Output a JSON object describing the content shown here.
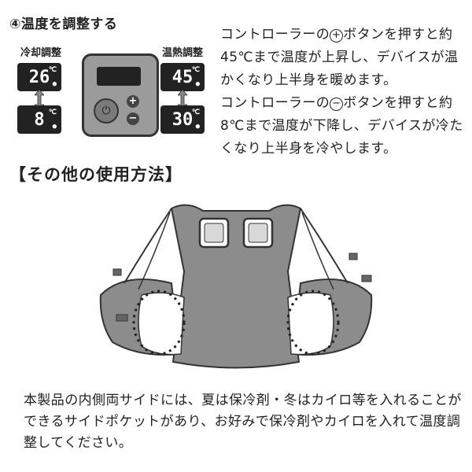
{
  "step": {
    "title": "④温度を調整する"
  },
  "cooling": {
    "label": "冷却調整",
    "high_temp": "26",
    "low_temp": "8",
    "unit": "℃"
  },
  "heating": {
    "label": "温熱調整",
    "high_temp": "45",
    "low_temp": "30",
    "unit": "℃"
  },
  "controller": {
    "plus": "+",
    "minus": "−",
    "power": "⏻"
  },
  "description": {
    "line1a": "コントローラーの",
    "line1b": "ボタンを押すと約45℃まで温度が上昇し、デバイスが温かくなり上半身を暖めます。",
    "line2a": "コントローラーの",
    "line2b": "ボタンを押すと約8℃まで温度が下降し、デバイスが冷たくなり上半身を冷やします。",
    "plus_symbol": "+",
    "minus_symbol": "−"
  },
  "section": {
    "title": "【その他の使用方法】"
  },
  "bottom": {
    "text": "本製品の内側両サイドには、夏は保冷剤・冬はカイロ等を入れることができるサイドポケットがあり、お好みで保冷剤やカイロを入れて温度調整してください。"
  },
  "colors": {
    "vest": "#8c8c8c",
    "vest_dark": "#6e6e6e",
    "lcd": "#222222"
  }
}
